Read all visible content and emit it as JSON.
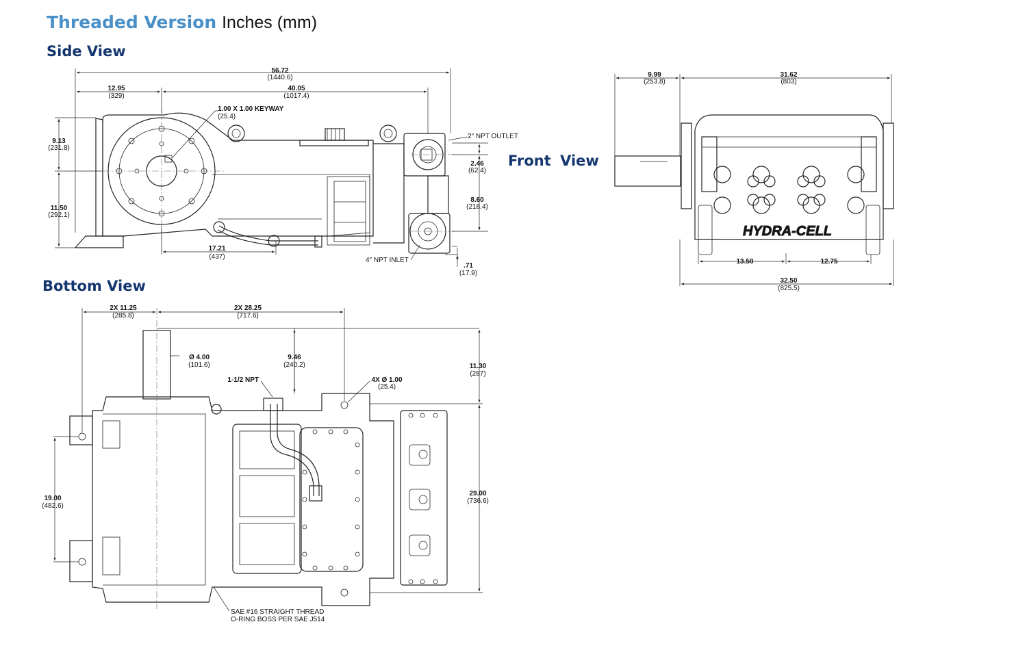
{
  "header": {
    "title_accent": "Threaded Version",
    "title_units": "Inches (mm)"
  },
  "views": {
    "side": "Side View",
    "front": "Front View",
    "bottom": "Bottom View"
  },
  "side_view": {
    "overall_len": {
      "v": "56.72",
      "mm": "(1440.6)"
    },
    "front_to_shaft": {
      "v": "12.95",
      "mm": "(329)"
    },
    "shaft_to_manifold": {
      "v": "40.05",
      "mm": "(1017.4)"
    },
    "top_to_shaft": {
      "v": "9.13",
      "mm": "(231.8)"
    },
    "shaft_to_base": {
      "v": "11.50",
      "mm": "(292.1)"
    },
    "keyway": {
      "v": "1.00 X 1.00 KEYWAY",
      "mm": "(25.4)"
    },
    "outlet_label": "2″ NPT OUTLET",
    "outlet_offset": {
      "v": "2.46",
      "mm": "(62.4)"
    },
    "outlet_to_inlet": {
      "v": "8.60",
      "mm": "(218.4)"
    },
    "shaft_to_sae": {
      "v": "17.21",
      "mm": "(437)"
    },
    "inlet_label": "4″ NPT INLET",
    "inlet_offset": {
      "v": ".71",
      "mm": "(17.9)"
    }
  },
  "front_view": {
    "shaft_ext": {
      "v": "9.99",
      "mm": "(253.8)"
    },
    "body_width": {
      "v": "31.62",
      "mm": "(803)"
    },
    "left_span": {
      "v": "13.50"
    },
    "right_span": {
      "v": "12.75"
    },
    "overall_width": {
      "v": "32.50",
      "mm": "(825.5)"
    },
    "brand": "HYDRA-CELL"
  },
  "bottom_view": {
    "mount_left": {
      "v": "2X 11.25",
      "mm": "(285.8)"
    },
    "mount_span": {
      "v": "2X 28.25",
      "mm": "(717.6)"
    },
    "shaft_dia": {
      "v": "Ø 4.00",
      "mm": "(101.6)"
    },
    "npt_offset": {
      "v": "9.46",
      "mm": "(240.2)"
    },
    "npt_label": "1-1/2 NPT",
    "holes": {
      "v": "4X Ø 1.00",
      "mm": "(25.4)"
    },
    "shaft_len": {
      "v": "11.30",
      "mm": "(287)"
    },
    "mount_width": {
      "v": "19.00",
      "mm": "(482.6)"
    },
    "overall_depth": {
      "v": "29.00",
      "mm": "(736.6)"
    },
    "sae_note_1": "SAE #16 STRAIGHT THREAD",
    "sae_note_2": "O-RING BOSS PER SAE J514"
  }
}
